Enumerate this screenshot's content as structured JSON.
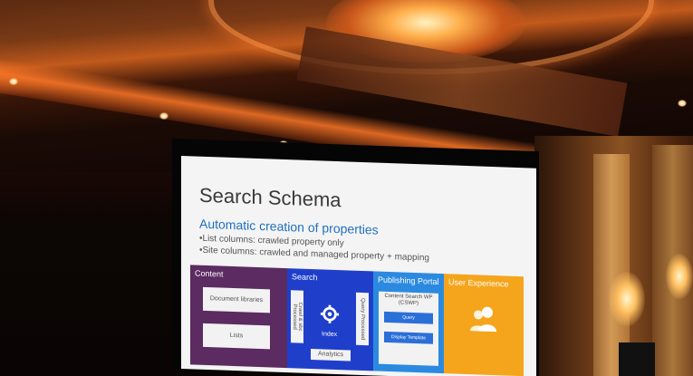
{
  "slide": {
    "title": "Search Schema",
    "subtitle": "Automatic creation of properties",
    "bullets": [
      "List columns: crawled property only",
      "Site columns: crawled and managed property + mapping"
    ],
    "panels": {
      "content": {
        "header": "Content",
        "boxes": [
          "Document libraries",
          "Lists"
        ],
        "color": "#5b2b61"
      },
      "search": {
        "header": "Search",
        "crawl_label": "Crawl & sbc Processed",
        "query_label": "Query Processed",
        "index_label": "Index",
        "analytics_label": "Analytics",
        "icon": "gear-icon",
        "color": "#1f3fcb"
      },
      "portal": {
        "header": "Publishing Portal",
        "cswp_label": "Content Search WP (CSWP)",
        "query_button": "Query",
        "display_button": "Display Template",
        "color": "#2b8ae0"
      },
      "ux": {
        "header": "User Experience",
        "icon": "people-icon",
        "color": "#f5a51c"
      }
    }
  }
}
